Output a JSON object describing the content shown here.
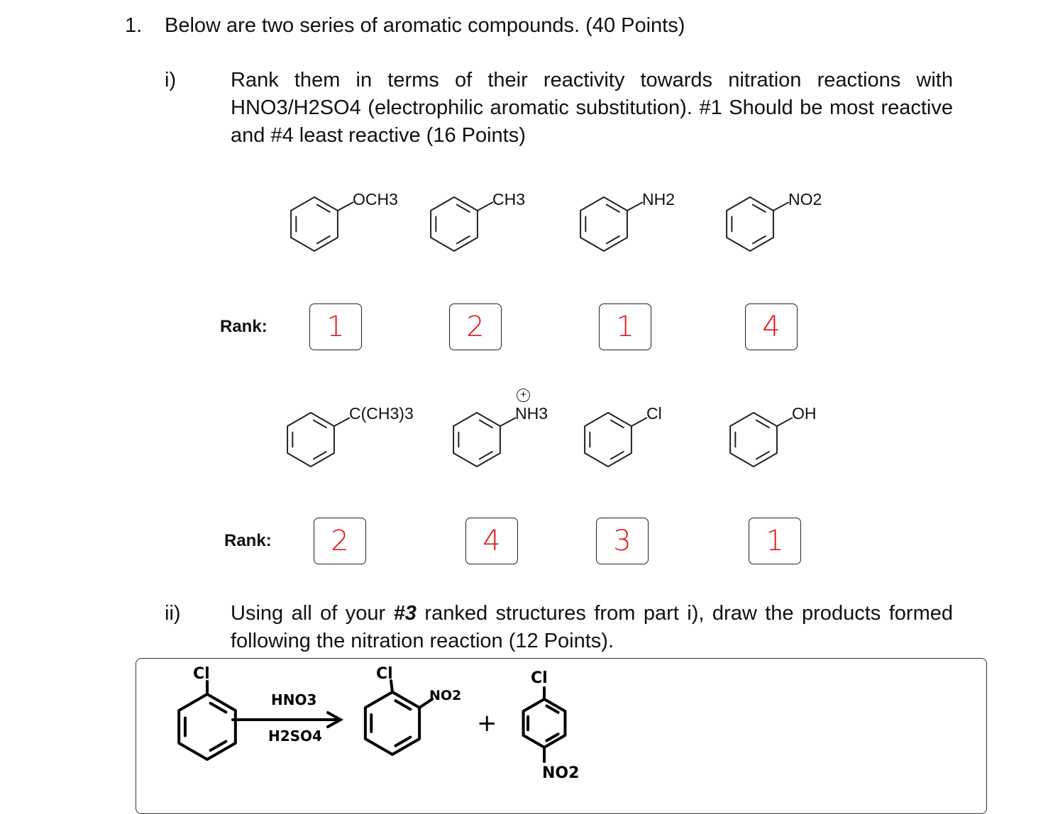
{
  "question": {
    "number": "1.",
    "title": "Below are two series of aromatic compounds. (40 Points)",
    "part_i": {
      "label": "i)",
      "text": "Rank them in terms of their reactivity towards nitration reactions with HNO3/H2SO4 (electrophilic aromatic substitution). #1 Should be most reactive and #4 least reactive (16 Points)"
    },
    "series1": {
      "rank_label": "Rank:",
      "compounds": [
        {
          "substituent": "OCH3",
          "rank": "1"
        },
        {
          "substituent": "CH3",
          "rank": "2"
        },
        {
          "substituent": "NH2",
          "rank": "1"
        },
        {
          "substituent": "NO2",
          "rank": "4"
        }
      ]
    },
    "series2": {
      "rank_label": "Rank:",
      "compounds": [
        {
          "substituent": "C(CH3)3",
          "rank": "2"
        },
        {
          "substituent": "NH3",
          "charge": "+",
          "rank": "4"
        },
        {
          "substituent": "Cl",
          "rank": "3"
        },
        {
          "substituent": "OH",
          "rank": "1"
        }
      ]
    },
    "part_ii": {
      "label": "ii)",
      "text_before": "Using all of your ",
      "emphasis": "#3",
      "text_after": " ranked structures from part i), draw the products formed following the nitration reaction (12 Points)."
    },
    "answer": {
      "reactant_label": "Cl",
      "reagent_top": "HNO3",
      "reagent_bottom": "H2SO4",
      "product1_label_cl": "Cl",
      "product1_label_no2": "NO2",
      "plus": "+",
      "product2_label_cl": "Cl",
      "product2_label_no2": "NO2"
    },
    "colors": {
      "handwriting_red": "#e0161b"
    }
  }
}
